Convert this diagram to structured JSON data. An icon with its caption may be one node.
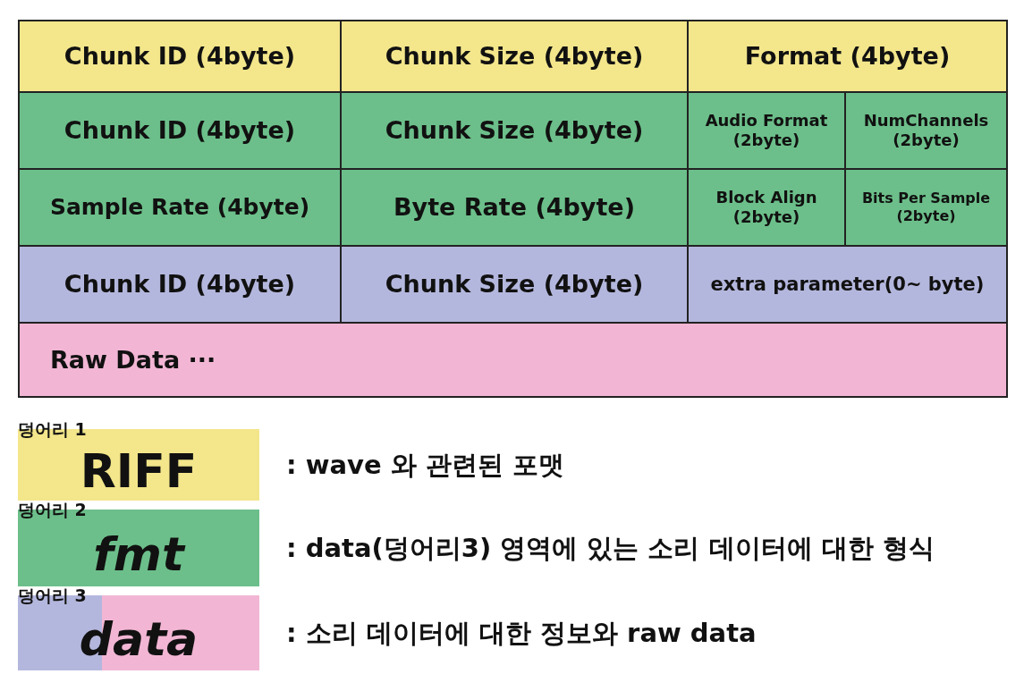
{
  "diagram": {
    "labels": [
      "Chunk ID (4byte)",
      "Chunk Size (4byte)",
      "Format (4byte)",
      "Chunk ID (4byte)",
      "Chunk Size (4byte)",
      "Audio Format (2byte)",
      "NumChannels (2byte)",
      "Sample Rate (4byte)",
      "Byte Rate (4byte)",
      "Block Align (2byte)",
      "Bits Per Sample (2byte)",
      "Chunk ID (4byte)",
      "Chunk Size (4byte)",
      "extra parameter(0~ byte)",
      "Raw Data ···",
      "덩어리 1",
      ": wave 와 관련된 포맷",
      "덩어리 2",
      ": data(덩어리3) 영역에 있는 소리 데이터에 대한 형식",
      "덩어리 3",
      ": 소리 데이터에 대한 정보와 raw data"
    ],
    "legend": [
      {
        "text": "RIFF",
        "color": "#f3e68b"
      },
      {
        "text": "fmt",
        "color": "#6cbf8a"
      },
      {
        "text": "data",
        "color": "#b4b7dd"
      }
    ]
  }
}
